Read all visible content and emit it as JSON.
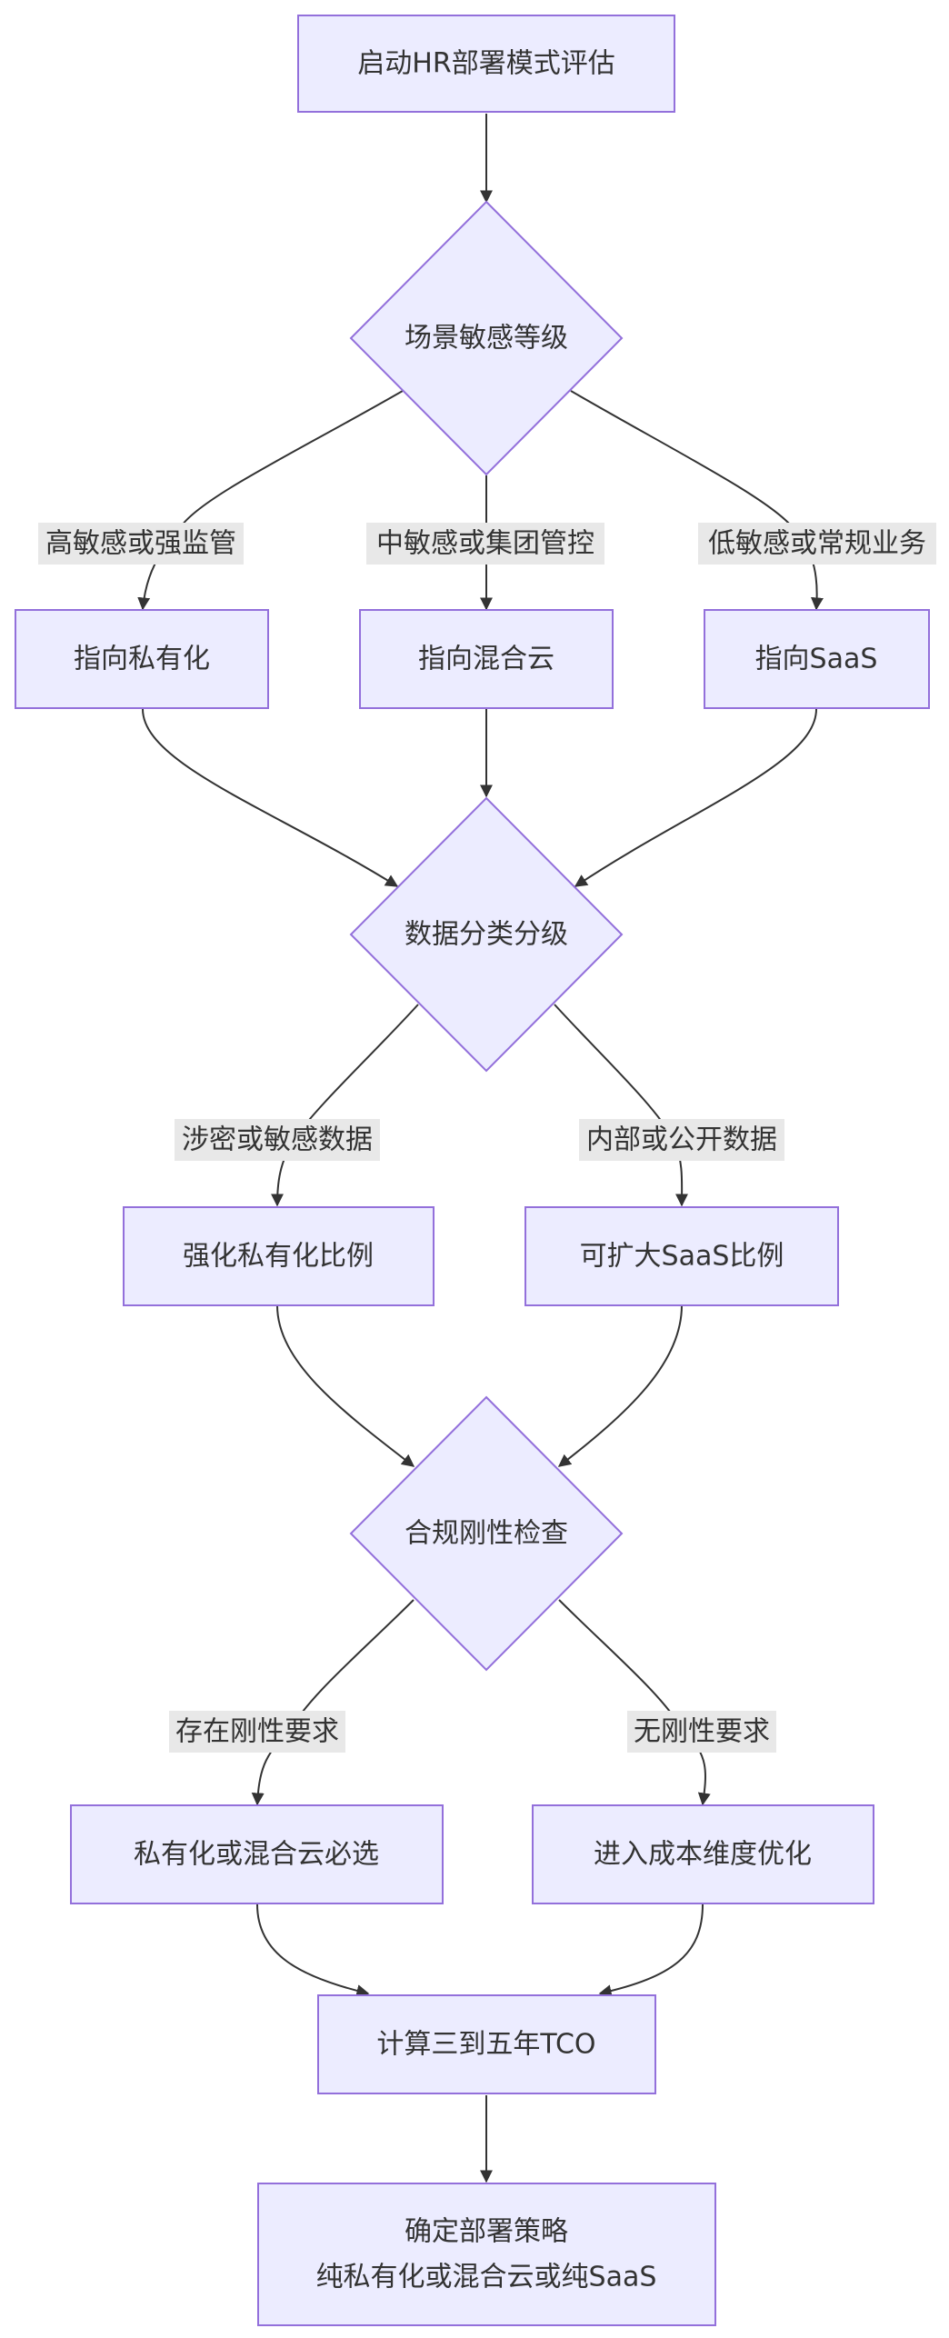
{
  "nodes": {
    "start": "启动HR部署模式评估",
    "scene_sensitivity": "场景敏感等级",
    "private": "指向私有化",
    "hybrid": "指向混合云",
    "saas": "指向SaaS",
    "data_classification": "数据分类分级",
    "strengthen_private": "强化私有化比例",
    "expand_saas": "可扩大SaaS比例",
    "compliance_check": "合规刚性检查",
    "private_or_hybrid_required": "私有化或混合云必选",
    "cost_optimization": "进入成本维度优化",
    "calc_tco": "计算三到五年TCO",
    "final_strategy_line1": "确定部署策略",
    "final_strategy_line2": "纯私有化或混合云或纯SaaS"
  },
  "edge_labels": {
    "high_sensitivity": "高敏感或强监管",
    "medium_sensitivity": "中敏感或集团管控",
    "low_sensitivity": "低敏感或常规业务",
    "classified_sensitive": "涉密或敏感数据",
    "internal_public": "内部或公开数据",
    "has_rigid_requirement": "存在刚性要求",
    "no_rigid_requirement": "无刚性要求"
  },
  "colors": {
    "node_fill": "#ececff",
    "node_stroke": "#9370db",
    "edge": "#333333",
    "label_bg": "#e8e8e8",
    "text": "#333333"
  }
}
